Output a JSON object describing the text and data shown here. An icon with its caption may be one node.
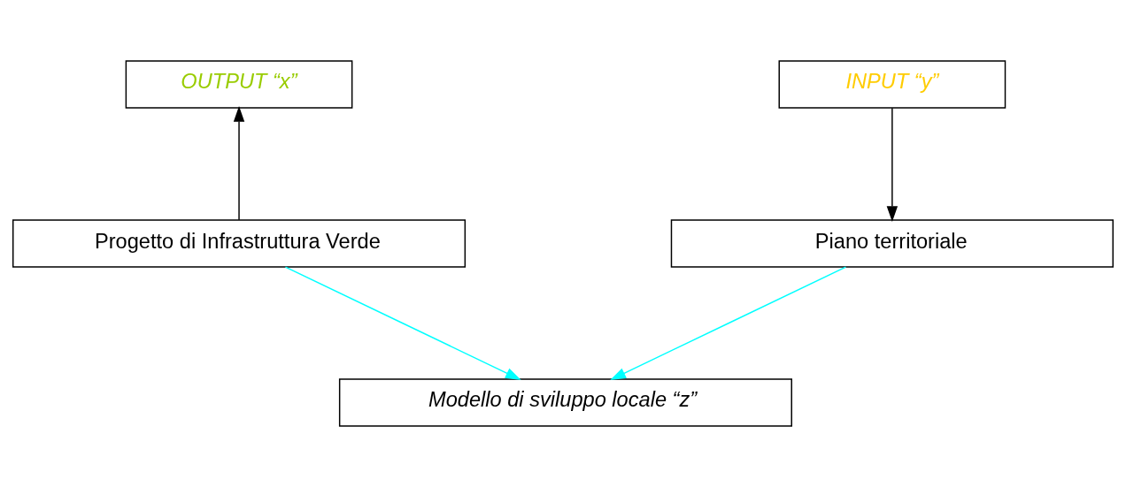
{
  "diagram": {
    "nodes": [
      {
        "text": [
          "OUTPUT “x”"
        ]
      },
      {
        "text": [
          "INPUT “y”"
        ]
      },
      {
        "text": [
          "Progetto di Infrastruttura Verde"
        ]
      },
      {
        "text": [
          "Piano territoriale"
        ]
      },
      {
        "text": [
          "Modello di sviluppo locale “z”"
        ]
      }
    ],
    "edges": [
      {
        "from": 2,
        "to": 0,
        "arrow": "to"
      },
      {
        "from": 1,
        "to": 3,
        "arrow": "to"
      },
      {
        "from": 2,
        "to": 4,
        "arrow": "to",
        "color": "#00ffff"
      },
      {
        "from": 3,
        "to": 4,
        "arrow": "to",
        "color": "#00ffff"
      }
    ]
  }
}
